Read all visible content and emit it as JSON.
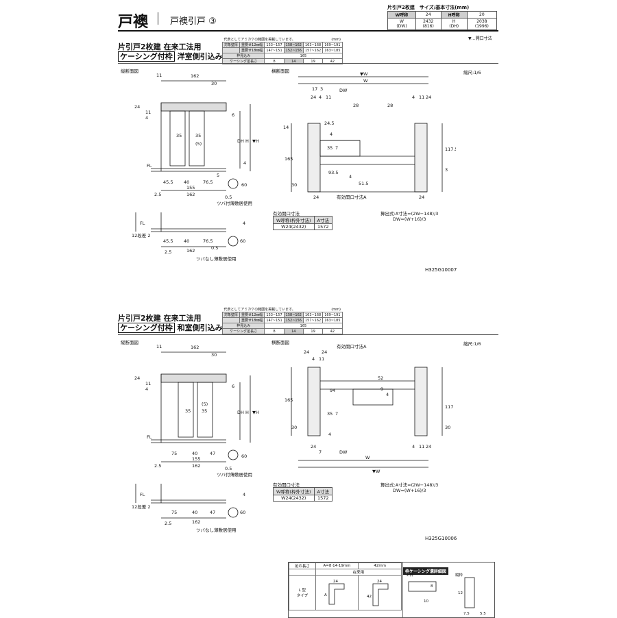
{
  "header": {
    "title": "戸襖",
    "subtitle": "戸襖引戸 ③",
    "size_caption": "片引戸2枚建　サイズ/基本寸法(mm)",
    "size_table": {
      "w_label": "W呼称",
      "w_value": "24",
      "h_label": "H呼称",
      "h_value": "20",
      "w_dim_label": "W\n(DW)",
      "w_dim_value": "2432\n(816)",
      "h_dim_label": "H\n(DH)",
      "h_dim_value": "2038\n(1996)"
    },
    "opening_note": "▼…開口寸法"
  },
  "sections": [
    {
      "title_line1": "片引戸2枚建 在来工法用",
      "title_box": "ケーシング付枠",
      "title_suffix": "洋室側引込み",
      "code": "H325G10007",
      "scale": "縮尺:1/6",
      "vertical_label": "縦断面図",
      "horizontal_label": "横断面図",
      "formula1": "算出式:A寸法=(2W−148)/3",
      "formula2": "DW=(W+16)/3",
      "eff_title": "有効開口寸法",
      "eff_header": [
        "W呼称(枠外寸法)",
        "A寸法"
      ],
      "eff_row": [
        "W24(2432)",
        "1572"
      ],
      "tsuba1": "ツバ付薄敷居使用",
      "tsuba2": "ツバなし薄敷居使用",
      "eff_dim_label": "有効開口寸法A"
    },
    {
      "title_line1": "片引戸2枚建 在来工法用",
      "title_box": "ケーシング付枠",
      "title_suffix": "和室側引込み",
      "code": "H325G10006",
      "scale": "縮尺:1/6",
      "vertical_label": "縦断面図",
      "horizontal_label": "横断面図",
      "formula1": "算出式:A寸法=(2W−148)/3",
      "formula2": "DW=(W+16)/3",
      "eff_title": "有効開口寸法",
      "eff_header": [
        "W呼称(枠外寸法)",
        "A寸法"
      ],
      "eff_row": [
        "W24(2432)",
        "1572"
      ],
      "tsuba1": "ツバ付薄敷居使用",
      "tsuba2": "ツバなし薄敷居使用",
      "eff_dim_label": "有効開口寸法A"
    }
  ],
  "wall_table": {
    "caption": "代表としてアミカケの範囲を掲載しています。",
    "unit": "(mm)",
    "row1": [
      "対象壁厚",
      "重要せ12㎜幅",
      "153~157",
      "158~162",
      "163~168",
      "169~191"
    ],
    "row2": [
      "",
      "重要せ18㎜幅",
      "147~151",
      "152~156",
      "157~162",
      "163~185"
    ],
    "row3": [
      "枠見込み",
      "",
      "",
      "165",
      "",
      ""
    ],
    "row4": [
      "ケーシング足長さ",
      "8",
      "14",
      "19",
      "42"
    ]
  },
  "vertical_dims": {
    "top": [
      "162",
      "30",
      "11"
    ],
    "left": [
      "24",
      "11",
      "4",
      "4"
    ],
    "inner": [
      "35",
      "35",
      "(5)",
      "6",
      "DH",
      "H",
      "▼H",
      "4",
      "5",
      "4",
      "60"
    ],
    "bottom": [
      "45.5",
      "40",
      "76.5",
      "155",
      "162",
      "2.5",
      "0.5",
      "FL",
      "12段差 2"
    ],
    "bottom2": [
      "45.5",
      "40",
      "76.5",
      "162",
      "2.5",
      "0.5",
      "4",
      "60",
      "FL",
      "12段差 2"
    ]
  },
  "vertical_dims_b": {
    "bottom": [
      "75",
      "40",
      "47",
      "155",
      "162",
      "2.5",
      "0.5"
    ],
    "bottom2": [
      "75",
      "40",
      "47",
      "162",
      "2.5"
    ]
  },
  "horizontal_dims": {
    "top": [
      "W",
      "▼W",
      "17",
      "3",
      "DW",
      "24",
      "4",
      "11",
      "28",
      "28",
      "4",
      "11",
      "24"
    ],
    "side": [
      "14",
      "24.5",
      "35",
      "4",
      "7",
      "93.5",
      "51.5",
      "165",
      "30",
      "4",
      "117.5",
      "3",
      "24",
      "24"
    ]
  },
  "horizontal_dims_b": {
    "top": [
      "24",
      "4",
      "11",
      "24",
      "52",
      "94",
      "9",
      "4",
      "117",
      "165",
      "30",
      "35",
      "7",
      "4",
      "7",
      "24",
      "4",
      "11",
      "24",
      "DW",
      "W",
      "▼W",
      "30"
    ]
  },
  "bottom_table": {
    "col1": "足の長さ",
    "col2": "A=8·14·19mm",
    "col3": "42mm",
    "sub": "在来用",
    "row_label": "L 型\nタイプ",
    "dims": [
      "24",
      "A",
      "24",
      "42"
    ],
    "detail_title": "枠ケーシング溝詳細図",
    "detail_left": "上枠",
    "detail_right": "縦枠",
    "detail_dims": [
      "10",
      "12",
      "7.5",
      "5.5",
      "8"
    ]
  }
}
